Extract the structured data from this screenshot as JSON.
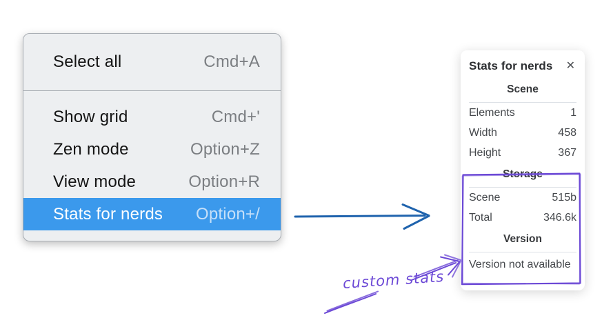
{
  "context_menu": {
    "items": [
      {
        "label": "Select all",
        "shortcut": "Cmd+A"
      },
      {
        "label": "Show grid",
        "shortcut": "Cmd+'"
      },
      {
        "label": "Zen mode",
        "shortcut": "Option+Z"
      },
      {
        "label": "View mode",
        "shortcut": "Option+R"
      },
      {
        "label": "Stats for nerds",
        "shortcut": "Option+/"
      }
    ],
    "selected_item": "Stats for nerds",
    "selected_bg_color": "#3b99ec"
  },
  "stats_panel": {
    "title": "Stats for nerds",
    "close_icon": "✕",
    "sections": [
      {
        "header": "Scene",
        "rows": [
          {
            "label": "Elements",
            "value": "1"
          },
          {
            "label": "Width",
            "value": "458"
          },
          {
            "label": "Height",
            "value": "367"
          }
        ]
      },
      {
        "header": "Storage",
        "rows": [
          {
            "label": "Scene",
            "value": "515b"
          },
          {
            "label": "Total",
            "value": "346.6k"
          }
        ]
      },
      {
        "header": "Version",
        "note": "Version not available"
      }
    ]
  },
  "annotations": {
    "custom_stats_label": "custom stats",
    "blue_arrow_color": "#1f63ad",
    "purple_color": "#6c49d6"
  }
}
